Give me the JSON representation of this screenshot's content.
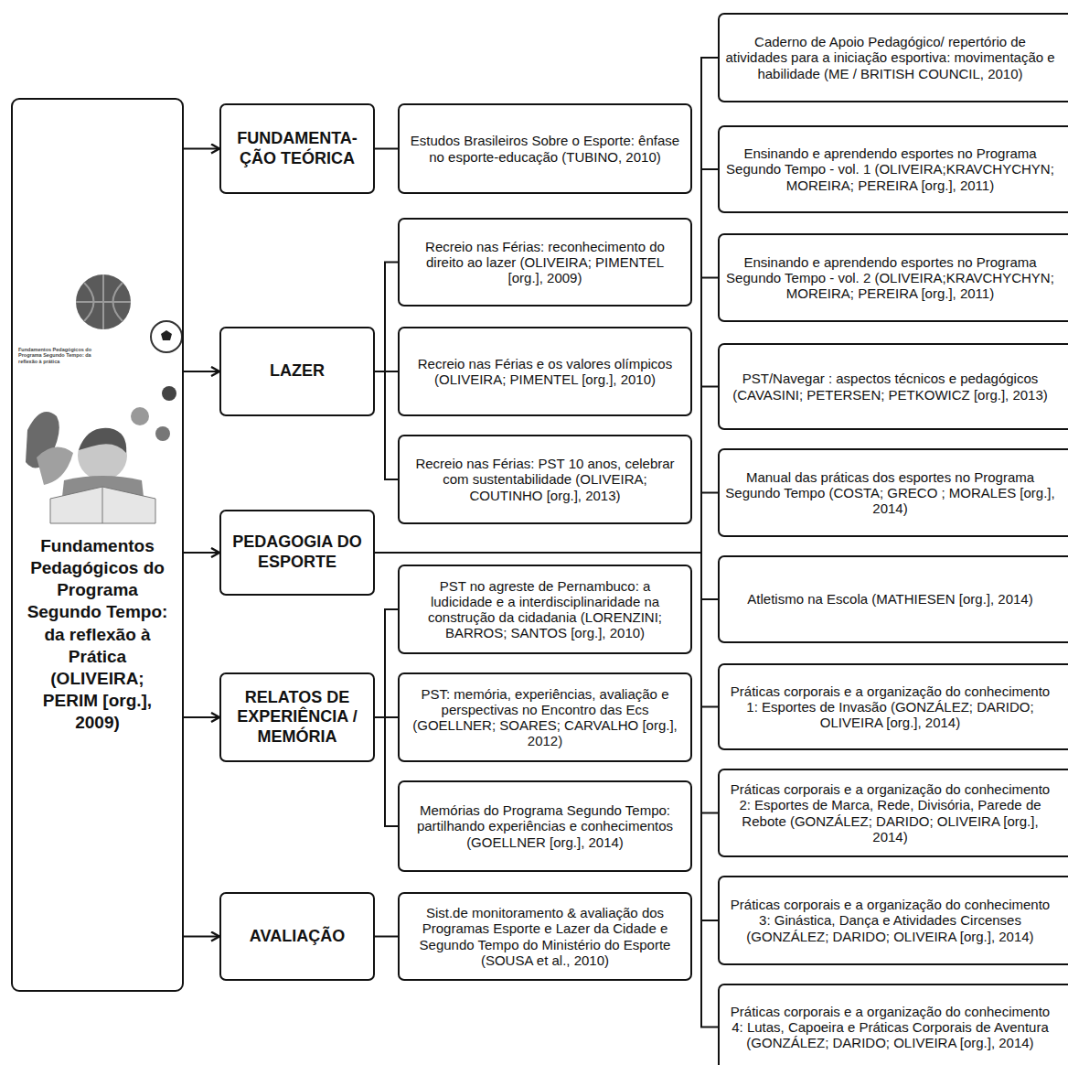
{
  "diagram": {
    "nodes": [
      {
        "text": [
          "Fundamentos Pedagógicos do Programa Segundo Tempo: da reflexão à prática",
          "Fundamentos Pedagógicos do Programa Segundo Tempo: da reflexão à Prática (OLIVEIRA; PERIM [org.], 2009)"
        ]
      },
      {
        "text": [
          "FUNDAMENTA- ÇÃO TEÓRICA"
        ]
      },
      {
        "text": [
          "Estudos Brasileiros Sobre o Esporte: ênfase no esporte-educação (TUBINO, 2010)"
        ]
      },
      {
        "text": [
          "LAZER"
        ]
      },
      {
        "text": [
          "Recreio nas Férias: reconhecimento do direito ao lazer (OLIVEIRA; PIMENTEL [org.], 2009)"
        ]
      },
      {
        "text": [
          "Recreio nas Férias e os valores olímpicos (OLIVEIRA; PIMENTEL [org.], 2010)"
        ]
      },
      {
        "text": [
          "Recreio nas Férias: PST 10 anos, celebrar com sustentabilidade (OLIVEIRA; COUTINHO [org.], 2013)"
        ]
      },
      {
        "text": [
          "PEDAGOGIA DO ESPORTE"
        ]
      },
      {
        "text": [
          "Caderno de Apoio Pedagógico/ repertório de atividades para a iniciação esportiva: movimentação e habilidade (ME / BRITISH COUNCIL, 2010)"
        ]
      },
      {
        "text": [
          "Ensinando e aprendendo esportes no Programa Segundo Tempo - vol. 1 (OLIVEIRA;KRAVCHYCHYN; MOREIRA; PEREIRA [org.], 2011)"
        ]
      },
      {
        "text": [
          "Ensinando e aprendendo esportes no Programa Segundo Tempo - vol. 2 (OLIVEIRA;KRAVCHYCHYN; MOREIRA; PEREIRA [org.], 2011)"
        ]
      },
      {
        "text": [
          "PST/Navegar : aspectos técnicos e pedagógicos (CAVASINI; PETERSEN; PETKOWICZ [org.], 2013)"
        ]
      },
      {
        "text": [
          "Manual das práticas dos esportes no Programa Segundo Tempo (COSTA; GRECO ; MORALES [org.], 2014)"
        ]
      },
      {
        "text": [
          "Atletismo na Escola (MATHIESEN [org.], 2014)"
        ]
      },
      {
        "text": [
          "Práticas corporais e a organização do conhecimento 1: Esportes de Invasão (GONZÁLEZ; DARIDO; OLIVEIRA [org.], 2014)"
        ]
      },
      {
        "text": [
          "Práticas corporais e a organização do conhecimento 2: Esportes de Marca, Rede, Divisória, Parede de Rebote (GONZÁLEZ; DARIDO; OLIVEIRA [org.], 2014)"
        ]
      },
      {
        "text": [
          "Práticas corporais e a organização do conhecimento 3: Ginástica, Dança e Atividades Circenses (GONZÁLEZ; DARIDO; OLIVEIRA [org.], 2014)"
        ]
      },
      {
        "text": [
          "Práticas corporais e a organização do conhecimento 4: Lutas, Capoeira e Práticas Corporais de Aventura (GONZÁLEZ; DARIDO; OLIVEIRA [org.], 2014)"
        ]
      },
      {
        "text": [
          "RELATOS DE EXPERIÊNCIA / MEMÓRIA"
        ]
      },
      {
        "text": [
          "PST no agreste de Pernambuco: a ludicidade e a interdisciplinaridade na construção da cidadania (LORENZINI; BARROS; SANTOS [org.], 2010)"
        ]
      },
      {
        "text": [
          "PST: memória, experiências, avaliação e perspectivas no Encontro das Ecs (GOELLNER; SOARES; CARVALHO [org.], 2012)"
        ]
      },
      {
        "text": [
          "Memórias do Programa Segundo Tempo: partilhando experiências e conhecimentos (GOELLNER [org.], 2014)"
        ]
      },
      {
        "text": [
          "AVALIAÇÃO"
        ]
      },
      {
        "text": [
          "Sist.de monitoramento & avaliação dos Programas Esporte e Lazer da Cidade e Segundo Tempo do Ministério do Esporte (SOUSA et al., 2010)"
        ]
      }
    ],
    "edges": [
      {
        "from": 0,
        "to": 1,
        "arrow": "to"
      },
      {
        "from": 0,
        "to": 3,
        "arrow": "to"
      },
      {
        "from": 0,
        "to": 7,
        "arrow": "to"
      },
      {
        "from": 0,
        "to": 18,
        "arrow": "to"
      },
      {
        "from": 0,
        "to": 22,
        "arrow": "to"
      },
      {
        "from": 1,
        "to": 2,
        "arrow": "none"
      },
      {
        "from": 3,
        "to": 4,
        "arrow": "none"
      },
      {
        "from": 3,
        "to": 5,
        "arrow": "none"
      },
      {
        "from": 3,
        "to": 6,
        "arrow": "none"
      },
      {
        "from": 7,
        "to": 8,
        "arrow": "none"
      },
      {
        "from": 7,
        "to": 9,
        "arrow": "none"
      },
      {
        "from": 7,
        "to": 10,
        "arrow": "none"
      },
      {
        "from": 7,
        "to": 11,
        "arrow": "none"
      },
      {
        "from": 7,
        "to": 12,
        "arrow": "none"
      },
      {
        "from": 7,
        "to": 13,
        "arrow": "none"
      },
      {
        "from": 7,
        "to": 14,
        "arrow": "none"
      },
      {
        "from": 7,
        "to": 15,
        "arrow": "none"
      },
      {
        "from": 7,
        "to": 16,
        "arrow": "none"
      },
      {
        "from": 7,
        "to": 17,
        "arrow": "none"
      },
      {
        "from": 18,
        "to": 19,
        "arrow": "none"
      },
      {
        "from": 18,
        "to": 20,
        "arrow": "none"
      },
      {
        "from": 18,
        "to": 21,
        "arrow": "none"
      },
      {
        "from": 22,
        "to": 23,
        "arrow": "none"
      }
    ]
  }
}
